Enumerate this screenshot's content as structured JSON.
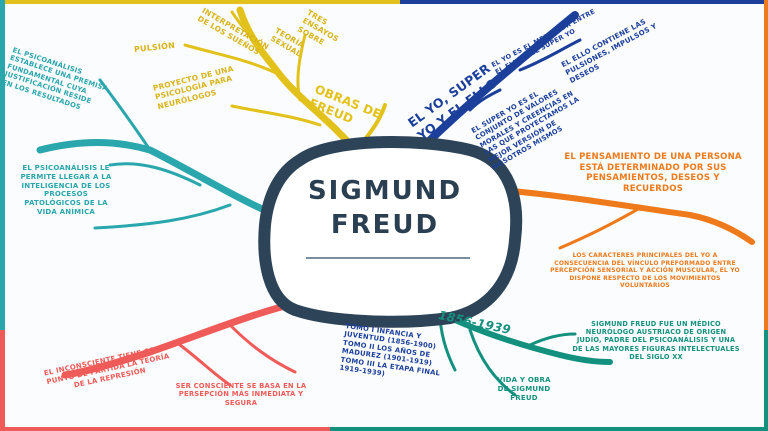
{
  "center": {
    "title": "SIGMUND\nFREUD"
  },
  "colors": {
    "navy": "#2d4458",
    "yellow": "#e2c21a",
    "blue": "#1b3f9a",
    "orange": "#ee7a1c",
    "teal": "#2aa6ad",
    "green": "#13917e",
    "red": "#ef5b58"
  },
  "yellow_branch": {
    "label": "OBRAS DE\nFREUD",
    "items": [
      "PULSIÓN",
      "INTERPRETACIÓN\nDE LOS SUEÑOS",
      "TEORÍA\nSEXUAL",
      "TRES\nENSAYOS\nSOBRE",
      "PROYECTO DE UNA\nPSICOLOGÍA PARA\nNEURÓLOGOS"
    ]
  },
  "blue_branch": {
    "label": "EL YO, SUPER\nYO Y EL ELLO",
    "items": [
      "EL YO ES EL MEDIADOR ENTRE\nEL ELLO Y EL SUPER YO",
      "EL ELLO CONTIENE LAS\nPULSIONES, IMPULSOS Y\nDESEOS",
      "EL SUPER YO ES EL\nCONJUNTO DE VALORES\nMORALES Y CREENCIAS EN\nLAS QUE PROYECTAMOS LA\nMEJOR VERSIÓN DE\nNOSOTROS MISMOS"
    ]
  },
  "orange_branch": {
    "label": "EL PENSAMIENTO DE UNA PERSONA\nESTÁ DETERMINADO POR SUS\nPENSAMIENTOS, DESEOS Y\nRECUERDOS",
    "items": [
      "LOS CARACTERES PRINCIPALES DEL YO A\nCONSECUENCIA DEL VÍNCULO PREFORMADO ENTRE\nPERCEPCIÓN SENSORIAL Y ACCIÓN MUSCULAR, EL YO\nDISPONE RESPECTO DE LOS MOVIMIENTOS\nVOLUNTARIOS"
    ]
  },
  "teal_branch": {
    "items": [
      "EL PSICOANÁLISIS\nESTABLECE UNA PREMISA\nFUNDAMENTAL CUYA\nJUSTIFICACIÓN RESIDE\nEN LOS RESULTADOS",
      "EL PSICOANÁLISIS LE\nPERMITE LLEGAR A LA\nINTELIGENCIA DE LOS\nPROCESOS\nPATOLÓGICOS DE LA\nVIDA ANÍMICA"
    ]
  },
  "green_branch": {
    "label": "1856-1939",
    "items": [
      "SIGMUND FREUD FUE UN MÉDICO\nNEURÓLOGO AUSTRIACO DE ORIGEN\nJUDÍO, PADRE DEL PSICOANÁLISIS Y UNA\nDE LAS MAYORES FIGURAS INTELECTUALES\nDEL SIGLO XX",
      "VIDA Y OBRA\nDE SIGMUND\nFREUD",
      "TOMO I INFANCIA Y\nJUVENTUD (1856-1900)\nTOMO II LOS AÑOS DE\nMADUREZ (1901-1919)\nTOMO III LA ETAPA FINAL\n1919-1939)"
    ]
  },
  "red_branch": {
    "items": [
      "EL INCONSCIENTE TIENE COMO\nPUNTO DE PARTIDA LA TEORÍA\nDE LA REPRESIÓN",
      "SER CONSCIENTE SE BASA EN LA\nPERSEPCIÓN MÁS INMEDIATA Y\nSEGURA"
    ]
  }
}
